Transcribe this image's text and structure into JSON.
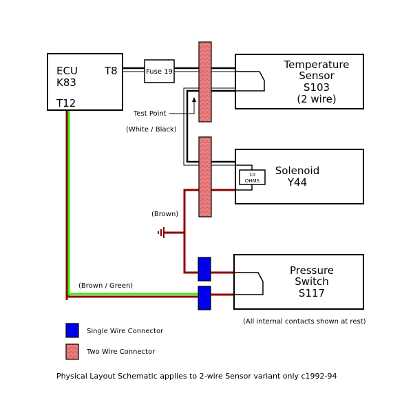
{
  "ecu": {
    "name": "ECU",
    "code": "K83",
    "pin_t8": "T8",
    "pin_t12": "T12"
  },
  "fuse": {
    "label": "Fuse 19"
  },
  "temp_sensor": {
    "line1": "Temperature",
    "line2": "Sensor",
    "line3": "S103",
    "line4": "(2 wire)"
  },
  "solenoid": {
    "line1": "Solenoid",
    "line2": "Y44",
    "resistor_value": "10",
    "resistor_unit": "OHMS"
  },
  "pressure_switch": {
    "line1": "Pressure",
    "line2": "Switch",
    "line3": "S117"
  },
  "labels": {
    "test_point": "Test Point",
    "white_black": "(White / Black)",
    "brown": "(Brown)",
    "brown_green": "(Brown / Green)",
    "contacts_note": "(All internal contacts shown at rest)"
  },
  "legend": {
    "single": "Single Wire Connector",
    "two": "Two Wire Connector"
  },
  "footer": "Physical Layout Schematic applies to 2-wire Sensor variant only c1992-94",
  "colors": {
    "brown_wire": "#8b0000",
    "green_wire": "#33ee00",
    "black_wire": "#000000",
    "two_wire_connector": "#e87a7a",
    "single_wire_connector": "#0000ee"
  }
}
